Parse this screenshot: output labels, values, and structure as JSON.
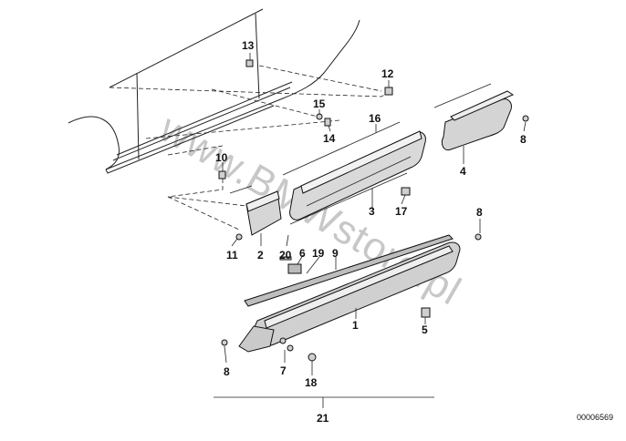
{
  "diagram": {
    "watermark": "www.BMWstore.pl",
    "drawing_number": "00006569",
    "callouts": {
      "c1": "1",
      "c2": "2",
      "c3": "3",
      "c4": "4",
      "c5": "5",
      "c6": "6",
      "c7": "7",
      "c8a": "8",
      "c8b": "8",
      "c8c": "8",
      "c9": "9",
      "c10": "10",
      "c11": "11",
      "c12": "12",
      "c13": "13",
      "c14": "14",
      "c15": "15",
      "c16": "16",
      "c17": "17",
      "c18": "18",
      "c19": "19",
      "c20": "20",
      "c21": "21"
    }
  }
}
